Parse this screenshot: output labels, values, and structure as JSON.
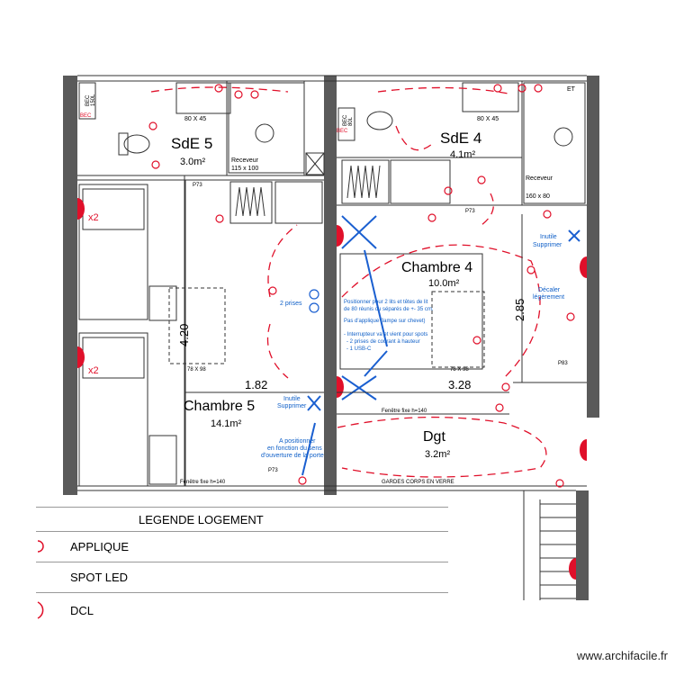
{
  "rooms": {
    "sde5_name": "SdE 5",
    "sde5_area": "3.0m²",
    "sde4_name": "SdE 4",
    "sde4_area": "4.1m²",
    "chambre4_name": "Chambre 4",
    "chambre4_area": "10.0m²",
    "chambre5_name": "Chambre 5",
    "chambre5_area": "14.1m²",
    "dgt_name": "Dgt",
    "dgt_area": "3.2m²"
  },
  "dimensions": {
    "d420": "4.20",
    "d182": "1.82",
    "d285": "2.85",
    "d328": "3.28"
  },
  "labels": {
    "bec1": "BEC",
    "bec2": "150L",
    "bec3": "BEC",
    "bec4": "80L",
    "bec_red1": "BEC",
    "bec_red2": "BEC",
    "et": "ET",
    "vasque_left": "80 X 45",
    "vasque_right": "80 X 45",
    "receveur5_1": "Receveur",
    "receveur5_2": "115 x 100",
    "receveur4_1": "Receveur",
    "receveur4_2": "160 x 80",
    "p73_a": "P73",
    "p73_b": "P73",
    "p73_c": "P73",
    "p83": "P83",
    "bed_left": "78 X 98",
    "bed_right": "78 X 98",
    "x2_a": "x2",
    "x2_b": "x2",
    "fenetre_bottom": "Fenêtre fixe h=140",
    "fenetre_mid": "Fenêtre fixe h=140",
    "gardes_corps": "GARDES CORPS EN VERRE"
  },
  "notes": {
    "deux_prises": "2 prises",
    "inutile1_a": "Inutile",
    "inutile1_b": "Supprimer",
    "inutile2_a": "Inutile",
    "inutile2_b": "Supprimer",
    "decaler_a": "Décaler",
    "decaler_b": "légèrement",
    "positionner_1": "Positionner pour 2 lits et têtes de lit",
    "positionner_2": "de 80 réunis ou séparés de +- 35 cm.",
    "applique_note": "Pas d'applique (lampe sur chevet)",
    "inter_1": "- Interrupteur va et vient pour spots",
    "inter_2": "- 2 prises de courant à hauteur",
    "inter_3": "- 1 USB-C",
    "porte_1": "A positionner",
    "porte_2": "en fonction du sens",
    "porte_3": "d'ouverture de la porte"
  },
  "legend": {
    "title": "LEGENDE LOGEMENT",
    "items": [
      "APPLIQUE",
      "SPOT LED",
      "DCL"
    ]
  },
  "watermark": "www.archifacile.fr",
  "colors": {
    "electrical": "#e0102a",
    "annotation": "#1a5fd0",
    "wall": "#5a5a5a"
  }
}
